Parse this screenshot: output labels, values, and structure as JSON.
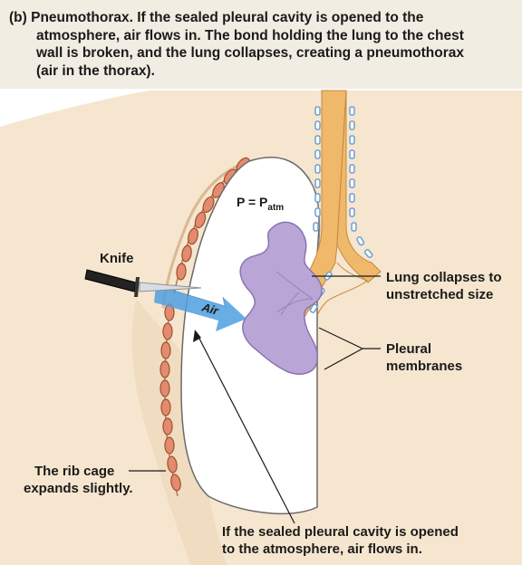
{
  "caption": {
    "prefix": "(b)",
    "title": "Pneumothorax.",
    "line1": "If the sealed pleural cavity is opened to the",
    "line2": "atmosphere, air flows in. The bond holding the lung to the chest",
    "line3": "wall is broken, and the lung collapses, creating a pneumothorax",
    "line4": "(air in the thorax)."
  },
  "labels": {
    "pressure_lhs": "P = P",
    "pressure_sub": "atm",
    "knife": "Knife",
    "air": "Air",
    "lung_collapses_line1": "Lung collapses to",
    "lung_collapses_line2": "unstretched size",
    "pleural_line1": "Pleural",
    "pleural_line2": "membranes",
    "rib_cage_line1": "The rib cage",
    "rib_cage_line2": "expands slightly.",
    "bottom_line1": "If the sealed pleural cavity is opened",
    "bottom_line2": "to the atmosphere, air flows in."
  },
  "colors": {
    "caption_bg": "#f1ede3",
    "lung": "#b9a6d6",
    "airway": "#f0b86a",
    "rib": "#e48a6e",
    "cartilage_ring": "#6d9fcf",
    "air_arrow": "#4f9fe0",
    "knife_handle": "#222222",
    "skin": "#f6e6cf"
  }
}
